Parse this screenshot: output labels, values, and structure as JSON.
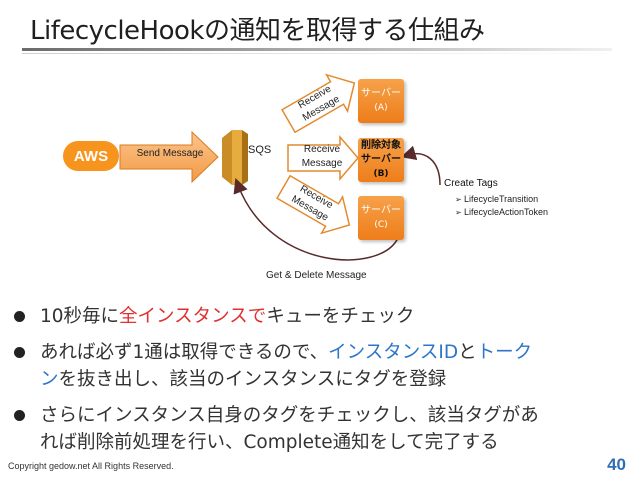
{
  "title": "LifecycleHookの通知を取得する仕組み",
  "diagram": {
    "aws_logo": "AWS",
    "send_message": "Send Message",
    "sqs_label": "SQS",
    "receive_top": "Receive\nMessage",
    "receive_mid": "Receive\nMessage",
    "receive_bottom": "Receive\nMessage",
    "server_a": {
      "line1": "サーバー",
      "line2": "(A)"
    },
    "server_b": {
      "line1": "削除対象",
      "line2": "サーバー",
      "line3": "(B)"
    },
    "server_c": {
      "line1": "サーバー",
      "line2": "(C)"
    },
    "create_tags": "Create Tags",
    "tags": [
      "LifecycleTransition",
      "LifecycleActionToken"
    ],
    "get_delete": "Get & Delete Message",
    "colors": {
      "server": "#ee7d1a",
      "aws": "#f7941e",
      "arrow": "#ee7d1a",
      "curve": "#5a2a2a"
    }
  },
  "bullets": [
    {
      "parts": [
        "10秒毎に",
        "全インスタンスで",
        "キューをチェック"
      ]
    },
    {
      "parts": [
        "あれば必ず1通は取得できるので、",
        "インスタンスID",
        "と",
        "トーク\nン",
        "を抜き出し、該当のインスタンスにタグを登録"
      ]
    },
    {
      "parts": [
        "さらにインスタンス自身のタグをチェックし、該当タグがあ\nれば削除前処理を行い、Complete通知をして完了する"
      ]
    }
  ],
  "footer": {
    "copyright": "Copyright gedow.net All Rights Reserved.",
    "page_number": "40"
  }
}
